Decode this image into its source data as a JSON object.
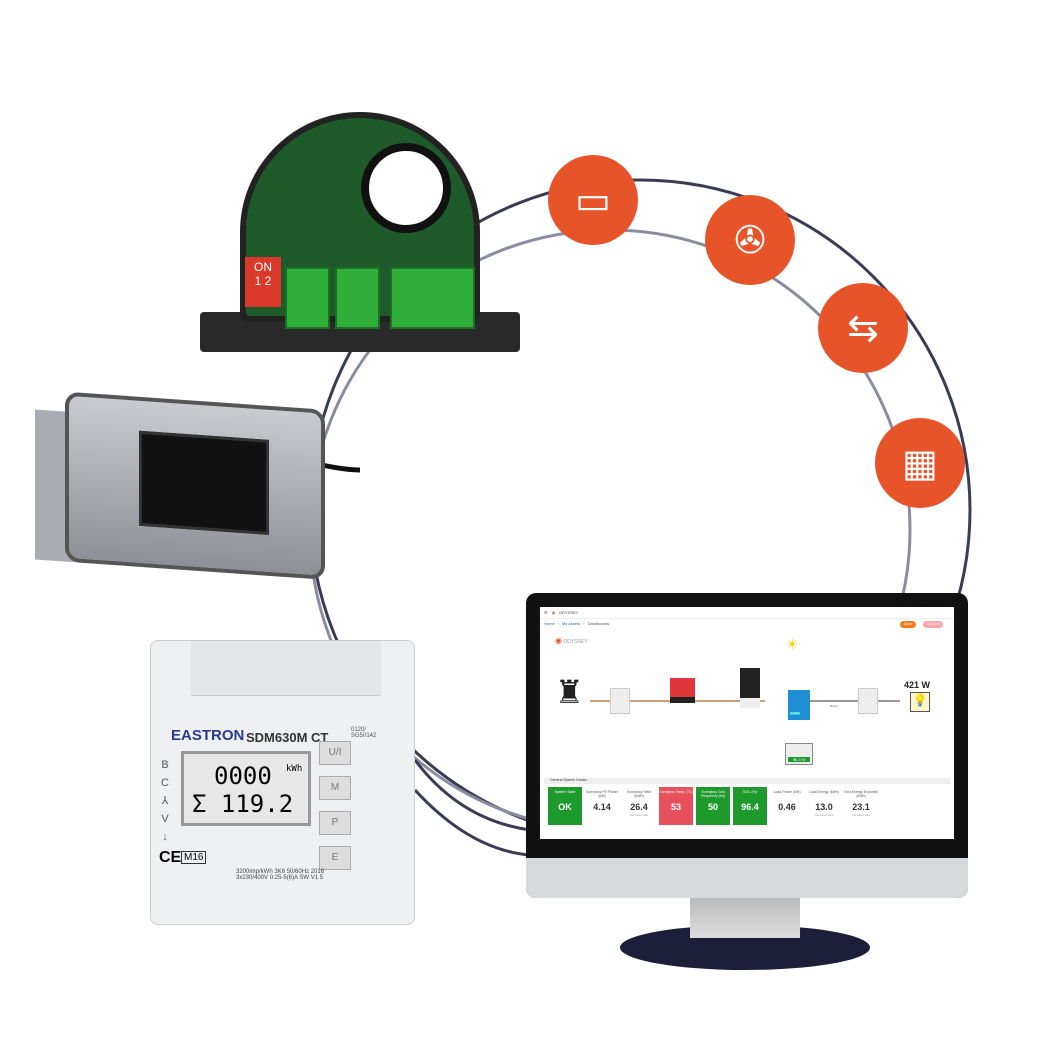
{
  "ct_sensor": {
    "switch_label": "ON",
    "switch_numbers": [
      "1",
      "2"
    ]
  },
  "meter": {
    "brand": "EASTRON",
    "model": "SDM630M CT",
    "code": "0120/ SG50142",
    "display_row1": "0000",
    "display_unit": "kWh",
    "display_row2": "Σ 119.2",
    "class": "M16",
    "spec_line1": "3200imp/kWh  3K6  50/60Hz 2016",
    "spec_line2": "3x230/400V 0.25-5(6)A  SW V1.5",
    "buttons": [
      "U/I",
      "M",
      "P",
      "E"
    ],
    "side_marks": [
      "B",
      "C",
      "⅄",
      "V",
      "↓"
    ]
  },
  "icons": [
    "battery-icon",
    "wind-turbine-icon",
    "exchange-arrows-icon",
    "solar-panel-icon"
  ],
  "accent_color": "#e8542a",
  "dashboard": {
    "logo": "ODYSSEY",
    "breadcrumb": [
      "Home",
      "My Assets",
      "Dashboards"
    ],
    "save_label": "Save",
    "edit_label": "Go Live",
    "load_power": "421 W",
    "battery_soc": "96.3 %",
    "inverter_status": "Inverting",
    "frequency": "50 Hz",
    "section_title": "General System Details",
    "tiles": [
      {
        "title": "System State",
        "value": "OK",
        "sub": "",
        "status": "green"
      },
      {
        "title": "Sunnyboy PV Power (kW)",
        "value": "4.14",
        "sub": "",
        "status": "none"
      },
      {
        "title": "Sunnyboy Yield (kWh)",
        "value": "26.4",
        "sub": "Calculated value",
        "status": "none"
      },
      {
        "title": "Sunnyboy Temp. (°C)",
        "value": "53",
        "sub": "",
        "status": "red"
      },
      {
        "title": "Sunnyboy Grid Frequency (Hz)",
        "value": "50",
        "sub": "",
        "status": "green"
      },
      {
        "title": "SOC (%)",
        "value": "96.4",
        "sub": "",
        "status": "green"
      },
      {
        "title": "Load Power (kW)",
        "value": "0.46",
        "sub": "",
        "status": "none"
      },
      {
        "title": "Load Energy (kWh)",
        "value": "13.0",
        "sub": "Calculated value",
        "status": "none"
      },
      {
        "title": "Grid Energy Exported (kWh)",
        "value": "23.1",
        "sub": "Calculated value",
        "status": "none"
      }
    ]
  }
}
